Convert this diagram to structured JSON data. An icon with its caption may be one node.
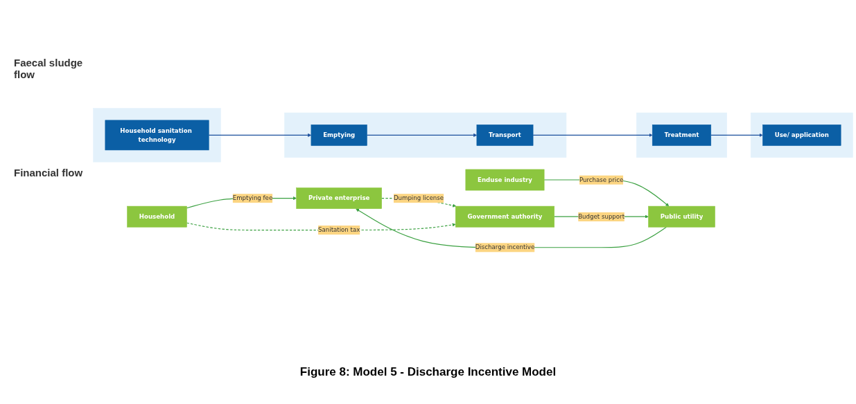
{
  "diagram": {
    "caption": "Figure 8: Model 5 - Discharge Incentive Model",
    "nodes": [
      {
        "text": [],
        "shape": "box"
      },
      {
        "text": [
          "Household sanitation technology"
        ],
        "in": 0
      },
      {
        "text": [],
        "shape": "box"
      },
      {
        "text": [
          "Emptying"
        ],
        "in": 2
      },
      {
        "text": [
          "Transport"
        ],
        "in": 2
      },
      {
        "text": [],
        "shape": "box"
      },
      {
        "text": [
          "Treatment"
        ],
        "in": 5
      },
      {
        "text": [],
        "shape": "box"
      },
      {
        "text": [
          "Use/ application"
        ],
        "in": 7
      },
      {
        "text": [
          "Household"
        ]
      },
      {
        "text": [
          "Private enterprise"
        ]
      },
      {
        "text": [
          "Public utility"
        ]
      },
      {
        "text": [
          "Enduse industry"
        ]
      },
      {
        "text": [
          "Government authority"
        ]
      }
    ],
    "edges": [
      {
        "from": 1,
        "to": 3,
        "arrow": "to",
        "color": "#1b4f9c"
      },
      {
        "from": 3,
        "to": 4,
        "arrow": "to",
        "color": "#1b4f9c"
      },
      {
        "from": 4,
        "to": 6,
        "arrow": "to",
        "color": "#1b4f9c"
      },
      {
        "from": 6,
        "to": 8,
        "arrow": "to",
        "color": "#1b4f9c"
      },
      {
        "from": 9,
        "to": 10,
        "arrow": "to",
        "label": "Emptying fee"
      },
      {
        "from": 11,
        "to": 10,
        "arrow": "to",
        "label": "Discharge incentive"
      },
      {
        "from": 12,
        "to": 11,
        "arrow": "to",
        "label": "Purchase price"
      },
      {
        "from": 13,
        "to": 11,
        "arrow": "to",
        "label": "Budget support"
      },
      {
        "from": 10,
        "to": 13,
        "arrow": "to",
        "style": "dashed",
        "label": "Dumping license"
      },
      {
        "from": 9,
        "to": 13,
        "arrow": "to",
        "style": "dashed",
        "label": "Sanitation tax"
      }
    ],
    "labels": [
      "Faecal sludge flow",
      "Financial flow"
    ]
  }
}
